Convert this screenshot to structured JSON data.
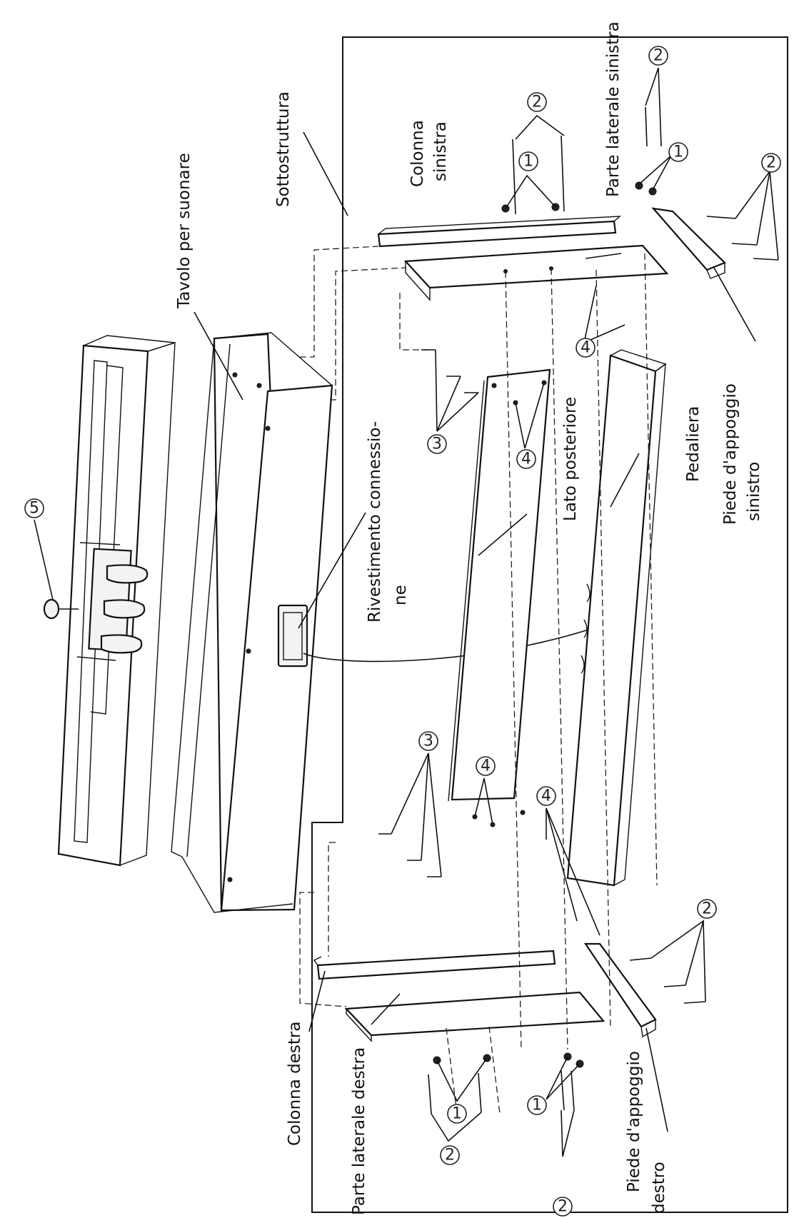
{
  "labels": {
    "tavolo": "Tavolo per suonare",
    "sottostruttura": "Sottostruttura",
    "colonna_sinistra_1": "Colonna",
    "colonna_sinistra_2": "sinistra",
    "parte_laterale_sinistra": "Parte laterale sinistra",
    "piede_sinistro_1": "Piede   d'appoggio",
    "piede_sinistro_2": "sinistro",
    "pedaliera": "Pedaliera",
    "lato_posteriore": "Lato posteriore",
    "rivestimento_1": "Rivestimento  connessio-",
    "rivestimento_2": "ne",
    "colonna_destra": "Colonna destra",
    "parte_laterale_destra": "Parte laterale destra",
    "piede_destro_1": "Piede   d'appoggio",
    "piede_destro_2": "destro"
  },
  "callouts": {
    "n1": "1",
    "n2": "2",
    "n3": "3",
    "n4": "4",
    "n5": "5"
  }
}
